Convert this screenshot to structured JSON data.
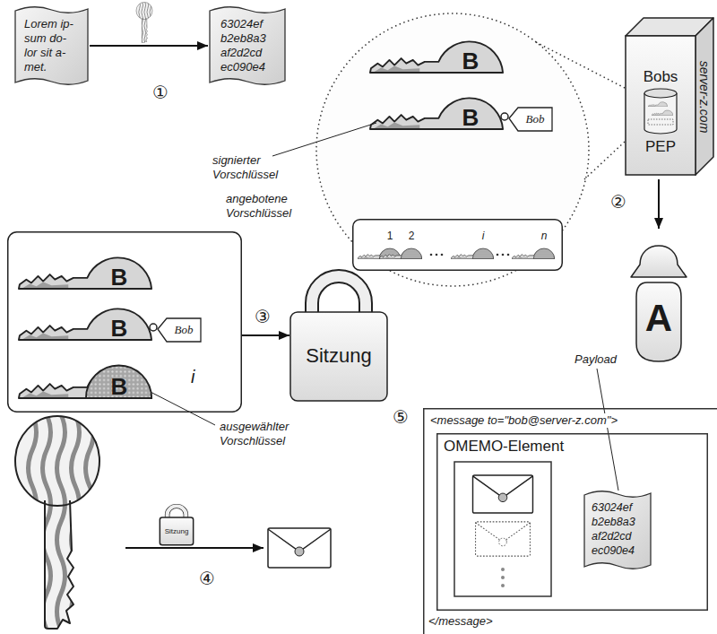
{
  "diagram": {
    "nodes": [
      {
        "text": [
          "Lorem ip- sum do- lor sit a- met."
        ]
      },
      {
        "text": [
          "63024ef b2eb8a3 af2d2cd ec090e4"
        ]
      },
      {
        "text": [
          "angebotene Vorschlüssel",
          "1",
          "2",
          "i",
          "n"
        ]
      },
      {
        "text": [
          "Bobs",
          "PEP",
          "server-z.com"
        ]
      },
      {
        "text": [
          "A"
        ]
      },
      {
        "text": [
          "i"
        ]
      },
      {
        "text": [
          "Sitzung"
        ]
      },
      {
        "text": [
          "Sitzung"
        ]
      },
      {
        "text": [
          "<message to=\"bob@server-z.com\">",
          "</message>"
        ]
      },
      {
        "text": [
          "OMEMO-Element"
        ],
        "in": 8
      },
      {
        "text": [
          "63024ef b2eb8a3 af2d2cd ec090e4"
        ],
        "in": 9
      }
    ],
    "edges": [
      {
        "from": 0,
        "to": 1,
        "arrow": "to"
      },
      {
        "from": 3,
        "to": 4,
        "arrow": "to"
      },
      {
        "from": 5,
        "to": 6,
        "arrow": "to"
      }
    ],
    "labels": [
      "①",
      "②",
      "③",
      "④",
      "⑤",
      "signierter Vorschlüssel",
      "ausgewählter Vorschlüssel",
      "Payload",
      "Bob",
      "Bob",
      "B",
      "B",
      "B",
      "B",
      "B"
    ]
  }
}
